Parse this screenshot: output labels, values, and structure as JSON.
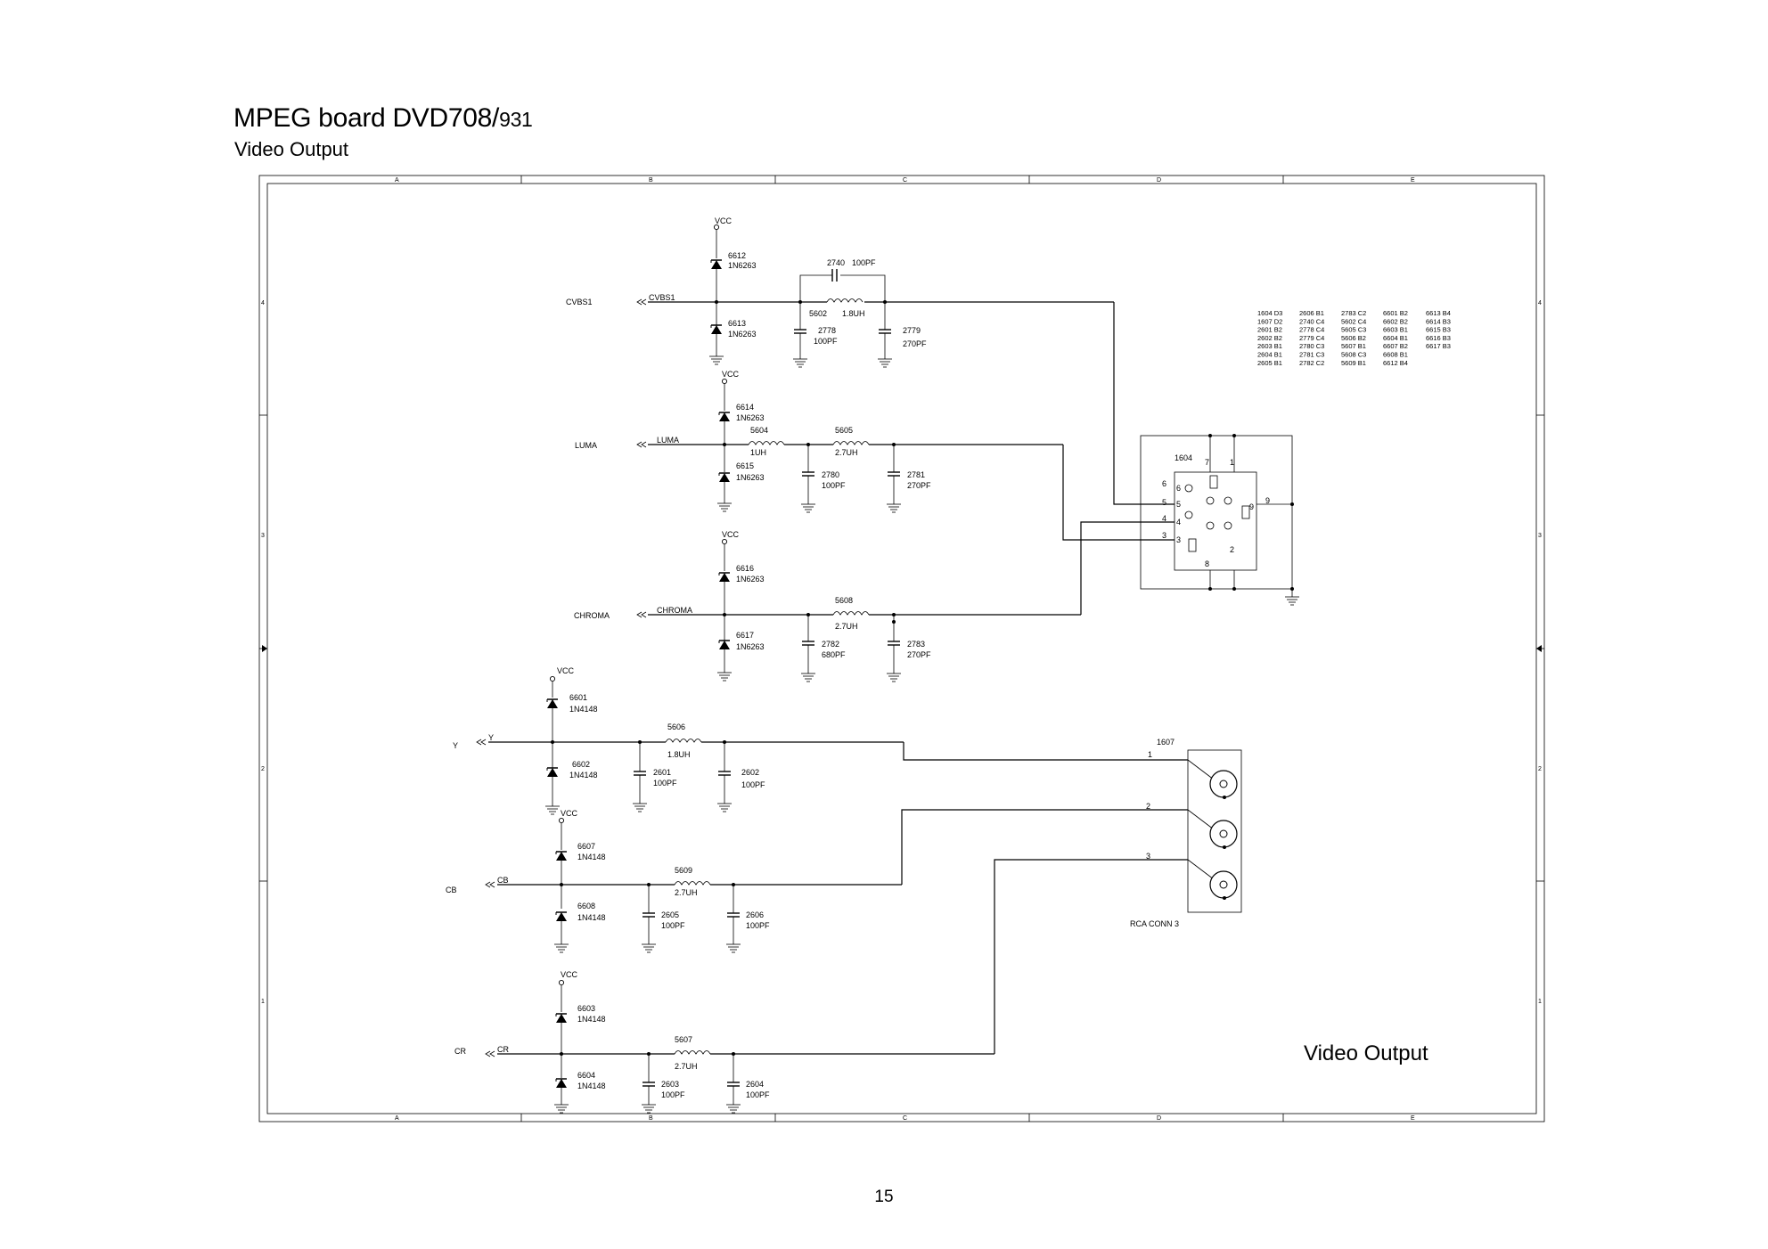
{
  "header": {
    "title_main": "MPEG board DVD708/",
    "title_suffix": "931",
    "subtitle": "Video Output"
  },
  "footer": {
    "page_number": "15"
  },
  "sheet": {
    "col_labels": [
      "A",
      "B",
      "C",
      "D",
      "E"
    ],
    "row_labels": [
      "4",
      "3",
      "2",
      "1"
    ],
    "block_title": "Video Output"
  },
  "xref_table": [
    [
      "1604 D3",
      "2606 B1",
      "2783 C2",
      "6601 B2",
      "6613 B4"
    ],
    [
      "1607 D2",
      "2740 C4",
      "5602 C4",
      "6602 B2",
      "6614 B3"
    ],
    [
      "2601 B2",
      "2778 C4",
      "5605 C3",
      "6603 B1",
      "6615 B3"
    ],
    [
      "2602 B2",
      "2779 C4",
      "5606 B2",
      "6604 B1",
      "6616 B3"
    ],
    [
      "2603 B1",
      "2780 C3",
      "5607 B1",
      "6607 B2",
      "6617 B3"
    ],
    [
      "2604 B1",
      "2781 C3",
      "5608 C3",
      "6608 B1",
      ""
    ],
    [
      "2605 B1",
      "2782 C2",
      "5609 B1",
      "6612 B4",
      ""
    ]
  ],
  "labels": {
    "vcc": "VCC",
    "cvbs_port": "CVBS1",
    "cvbs_net": "CVBS1",
    "luma_port": "LUMA",
    "luma_net": "LUMA",
    "chroma_port": "CHROMA",
    "chroma_net": "CHROMA",
    "y_port": "Y",
    "y_net": "Y",
    "cb_port": "CB",
    "cb_net": "CB",
    "cr_port": "CR",
    "cr_net": "CR",
    "pin1": "1",
    "pin2": "2",
    "pin3": "3",
    "pin4": "4",
    "pin5": "5",
    "pin6": "6",
    "pin7": "7",
    "pin8": "8",
    "pin9": "9"
  },
  "components": {
    "d6612": {
      "ref": "6612",
      "val": "1N6263"
    },
    "d6613": {
      "ref": "6613",
      "val": "1N6263"
    },
    "d6614": {
      "ref": "6614",
      "val": "1N6263"
    },
    "d6615": {
      "ref": "6615",
      "val": "1N6263"
    },
    "d6616": {
      "ref": "6616",
      "val": "1N6263"
    },
    "d6617": {
      "ref": "6617",
      "val": "1N6263"
    },
    "d6601": {
      "ref": "6601",
      "val": "1N4148"
    },
    "d6602": {
      "ref": "6602",
      "val": "1N4148"
    },
    "d6607": {
      "ref": "6607",
      "val": "1N4148"
    },
    "d6608": {
      "ref": "6608",
      "val": "1N4148"
    },
    "d6603": {
      "ref": "6603",
      "val": "1N4148"
    },
    "d6604": {
      "ref": "6604",
      "val": "1N4148"
    },
    "c2740": {
      "ref": "2740",
      "val": "100PF"
    },
    "l5602": {
      "ref": "5602",
      "val": "1.8UH"
    },
    "c2778": {
      "ref": "2778",
      "val": "100PF"
    },
    "c2779": {
      "ref": "2779",
      "val": "270PF"
    },
    "l5604": {
      "ref": "5604",
      "val": "1UH"
    },
    "l5605": {
      "ref": "5605",
      "val": "2.7UH"
    },
    "c2780": {
      "ref": "2780",
      "val": "100PF"
    },
    "c2781": {
      "ref": "2781",
      "val": "270PF"
    },
    "l5608": {
      "ref": "5608",
      "val": "2.7UH"
    },
    "c2782": {
      "ref": "2782",
      "val": "680PF"
    },
    "c2783": {
      "ref": "2783",
      "val": "270PF"
    },
    "l5606": {
      "ref": "5606",
      "val": "1.8UH"
    },
    "c2601": {
      "ref": "2601",
      "val": "100PF"
    },
    "c2602": {
      "ref": "2602",
      "val": "100PF"
    },
    "l5609": {
      "ref": "5609",
      "val": "2.7UH"
    },
    "c2605": {
      "ref": "2605",
      "val": "100PF"
    },
    "c2606": {
      "ref": "2606",
      "val": "100PF"
    },
    "l5607": {
      "ref": "5607",
      "val": "2.7UH"
    },
    "c2603": {
      "ref": "2603",
      "val": "100PF"
    },
    "c2604": {
      "ref": "2604",
      "val": "100PF"
    },
    "j1604": {
      "ref": "1604"
    },
    "j1607": {
      "ref": "1607",
      "val": "RCA CONN 3"
    }
  }
}
